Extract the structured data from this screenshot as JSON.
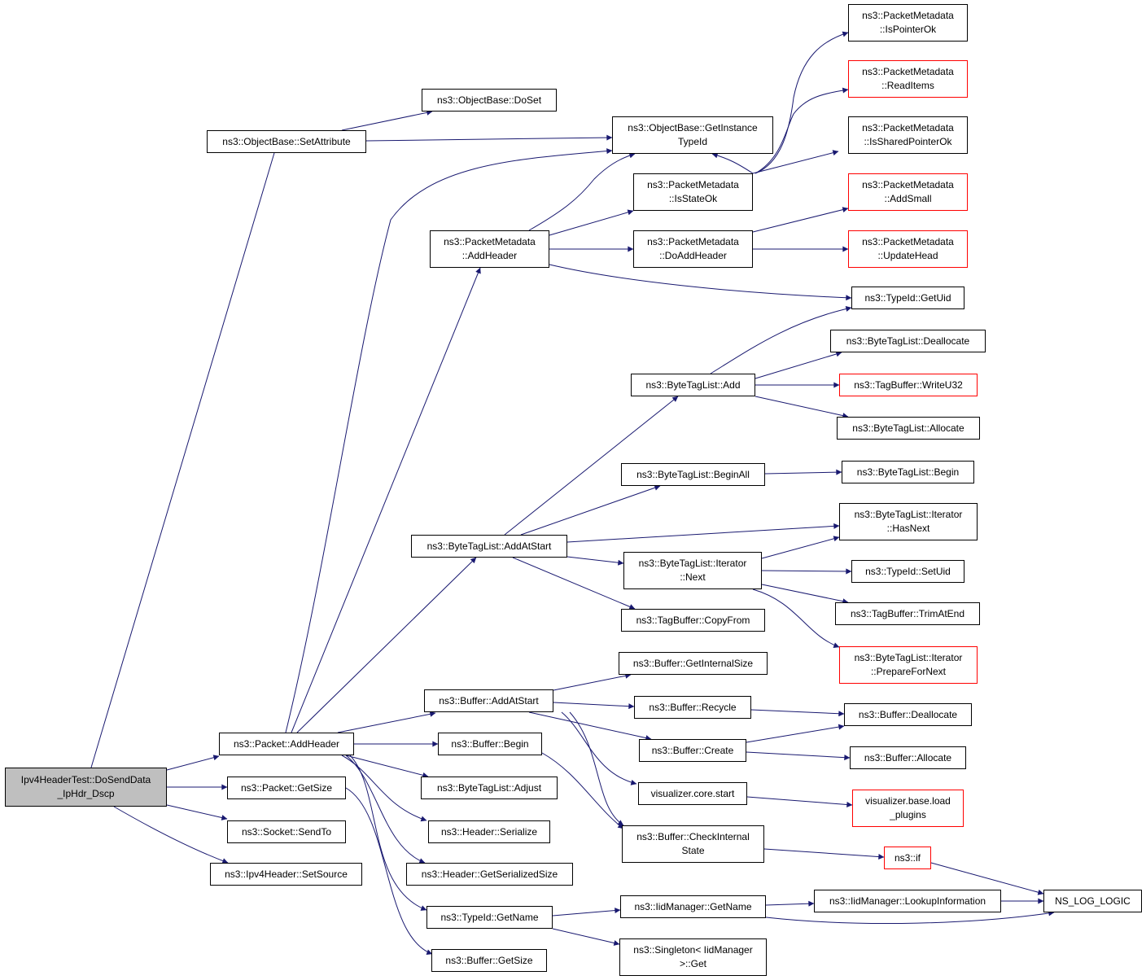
{
  "graph": {
    "root": {
      "lines": [
        "Ipv4HeaderTest::DoSendData",
        "_IpHdr_Dscp"
      ]
    },
    "nodes": [
      {
        "id": "setattribute",
        "lines": [
          "ns3::ObjectBase::SetAttribute"
        ]
      },
      {
        "id": "addheader",
        "lines": [
          "ns3::Packet::AddHeader"
        ]
      },
      {
        "id": "getsize",
        "lines": [
          "ns3::Packet::GetSize"
        ]
      },
      {
        "id": "sendto",
        "lines": [
          "ns3::Socket::SendTo"
        ]
      },
      {
        "id": "setsource",
        "lines": [
          "ns3::Ipv4Header::SetSource"
        ]
      },
      {
        "id": "doset",
        "lines": [
          "ns3::ObjectBase::DoSet"
        ]
      },
      {
        "id": "getinstancetypeid",
        "lines": [
          "ns3::ObjectBase::GetInstance",
          "TypeId"
        ]
      },
      {
        "id": "pm_addheader",
        "lines": [
          "ns3::PacketMetadata",
          "::AddHeader"
        ]
      },
      {
        "id": "btl_addatstart",
        "lines": [
          "ns3::ByteTagList::AddAtStart"
        ]
      },
      {
        "id": "buf_addatstart",
        "lines": [
          "ns3::Buffer::AddAtStart"
        ]
      },
      {
        "id": "buf_begin",
        "lines": [
          "ns3::Buffer::Begin"
        ]
      },
      {
        "id": "btl_adjust",
        "lines": [
          "ns3::ByteTagList::Adjust"
        ]
      },
      {
        "id": "hdr_serialize",
        "lines": [
          "ns3::Header::Serialize"
        ]
      },
      {
        "id": "hdr_getserializedsize",
        "lines": [
          "ns3::Header::GetSerializedSize"
        ]
      },
      {
        "id": "typeid_getname",
        "lines": [
          "ns3::TypeId::GetName"
        ]
      },
      {
        "id": "buf_getsize",
        "lines": [
          "ns3::Buffer::GetSize"
        ]
      },
      {
        "id": "pm_isstateok",
        "lines": [
          "ns3::PacketMetadata",
          "::IsStateOk"
        ]
      },
      {
        "id": "pm_doaddheader",
        "lines": [
          "ns3::PacketMetadata",
          "::DoAddHeader"
        ]
      },
      {
        "id": "btl_add",
        "lines": [
          "ns3::ByteTagList::Add"
        ]
      },
      {
        "id": "btl_beginall",
        "lines": [
          "ns3::ByteTagList::BeginAll"
        ]
      },
      {
        "id": "btli_next",
        "lines": [
          "ns3::ByteTagList::Iterator",
          "::Next"
        ]
      },
      {
        "id": "tb_copyfrom",
        "lines": [
          "ns3::TagBuffer::CopyFrom"
        ]
      },
      {
        "id": "buf_getinternalsize",
        "lines": [
          "ns3::Buffer::GetInternalSize"
        ]
      },
      {
        "id": "buf_recycle",
        "lines": [
          "ns3::Buffer::Recycle"
        ]
      },
      {
        "id": "buf_create",
        "lines": [
          "ns3::Buffer::Create"
        ]
      },
      {
        "id": "viz_start",
        "lines": [
          "visualizer.core.start"
        ]
      },
      {
        "id": "buf_checkinternalstate",
        "lines": [
          "ns3::Buffer::CheckInternal",
          "State"
        ]
      },
      {
        "id": "iid_getname",
        "lines": [
          "ns3::IidManager::GetName"
        ]
      },
      {
        "id": "singleton_get",
        "lines": [
          "ns3::Singleton< IidManager",
          ">::Get"
        ]
      },
      {
        "id": "pm_ispointerok",
        "lines": [
          "ns3::PacketMetadata",
          "::IsPointerOk"
        ]
      },
      {
        "id": "pm_readitems",
        "lines": [
          "ns3::PacketMetadata",
          "::ReadItems"
        ],
        "red": true
      },
      {
        "id": "pm_issharedpointerok",
        "lines": [
          "ns3::PacketMetadata",
          "::IsSharedPointerOk"
        ]
      },
      {
        "id": "pm_addsmall",
        "lines": [
          "ns3::PacketMetadata",
          "::AddSmall"
        ],
        "red": true
      },
      {
        "id": "pm_updatehead",
        "lines": [
          "ns3::PacketMetadata",
          "::UpdateHead"
        ],
        "red": true
      },
      {
        "id": "typeid_getuid",
        "lines": [
          "ns3::TypeId::GetUid"
        ]
      },
      {
        "id": "btl_deallocate",
        "lines": [
          "ns3::ByteTagList::Deallocate"
        ]
      },
      {
        "id": "tb_writeu32",
        "lines": [
          "ns3::TagBuffer::WriteU32"
        ],
        "red": true
      },
      {
        "id": "btl_allocate",
        "lines": [
          "ns3::ByteTagList::Allocate"
        ]
      },
      {
        "id": "btl_begin",
        "lines": [
          "ns3::ByteTagList::Begin"
        ]
      },
      {
        "id": "btli_hasnext",
        "lines": [
          "ns3::ByteTagList::Iterator",
          "::HasNext"
        ]
      },
      {
        "id": "typeid_setuid",
        "lines": [
          "ns3::TypeId::SetUid"
        ]
      },
      {
        "id": "tb_trimatend",
        "lines": [
          "ns3::TagBuffer::TrimAtEnd"
        ]
      },
      {
        "id": "btli_preparefornext",
        "lines": [
          "ns3::ByteTagList::Iterator",
          "::PrepareForNext"
        ],
        "red": true
      },
      {
        "id": "buf_deallocate",
        "lines": [
          "ns3::Buffer::Deallocate"
        ]
      },
      {
        "id": "buf_allocate",
        "lines": [
          "ns3::Buffer::Allocate"
        ]
      },
      {
        "id": "viz_loadplugins",
        "lines": [
          "visualizer.base.load",
          "_plugins"
        ],
        "red": true
      },
      {
        "id": "ns3_if",
        "lines": [
          "ns3::if"
        ],
        "red": true
      },
      {
        "id": "iid_lookupinformation",
        "lines": [
          "ns3::IidManager::LookupInformation"
        ]
      },
      {
        "id": "ns_log_logic",
        "lines": [
          "NS_LOG_LOGIC"
        ]
      }
    ]
  },
  "colors": {
    "edge": "#191970",
    "node_border": "#000000",
    "red_border": "#ff0000",
    "root_fill": "#bfbfbf"
  }
}
